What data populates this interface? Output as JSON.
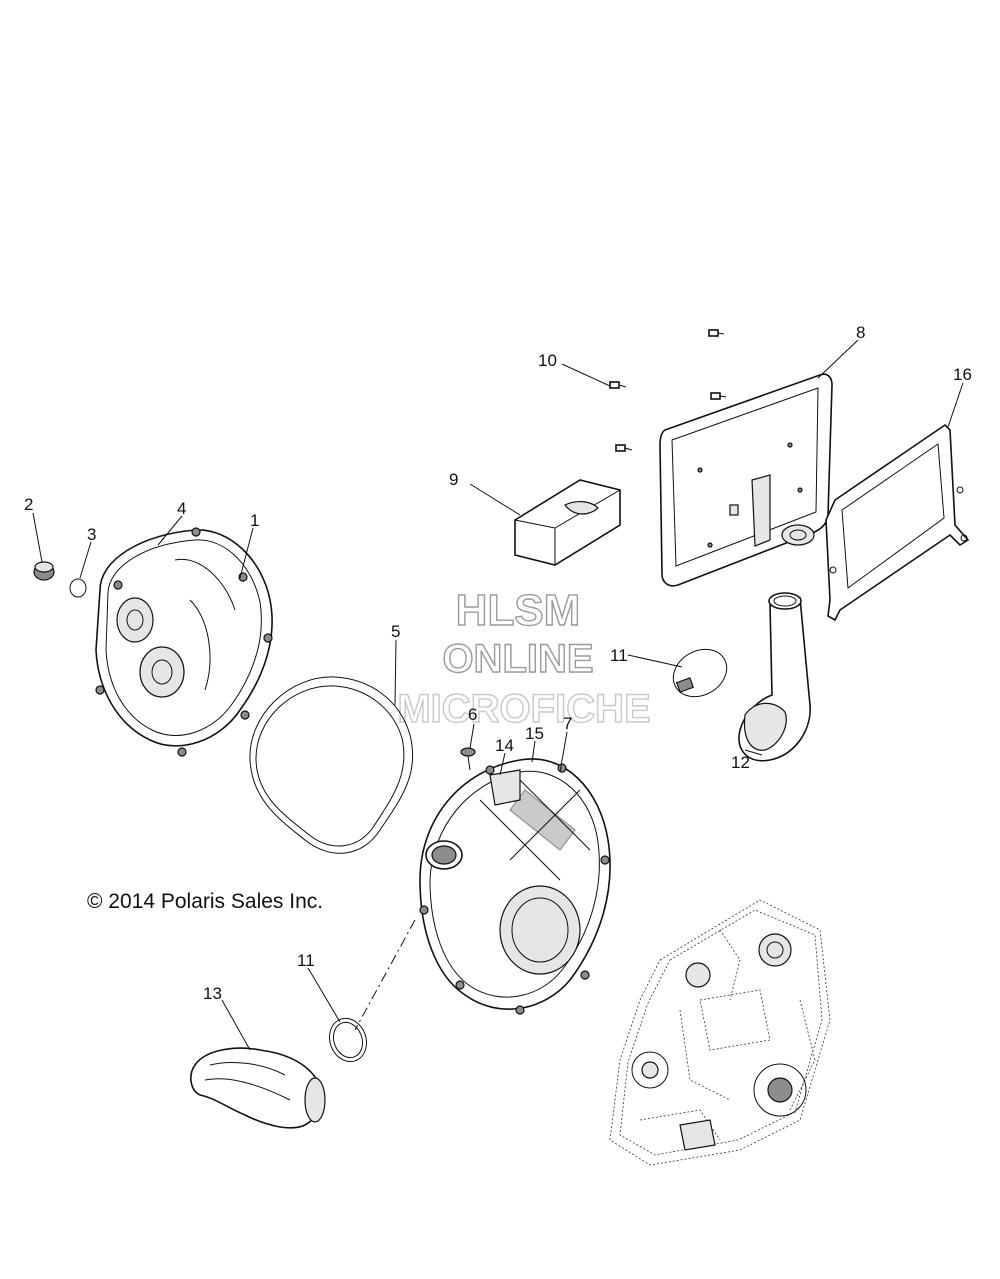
{
  "diagram": {
    "copyright": "© 2014 Polaris Sales Inc.",
    "watermark": {
      "line1": "HLSM",
      "line2": "ONLINE",
      "line3": "MICROFICHE"
    },
    "callouts": [
      "1",
      "2",
      "3",
      "4",
      "5",
      "6",
      "7",
      "8",
      "9",
      "10",
      "11",
      "11",
      "12",
      "13",
      "14",
      "15",
      "16"
    ]
  }
}
